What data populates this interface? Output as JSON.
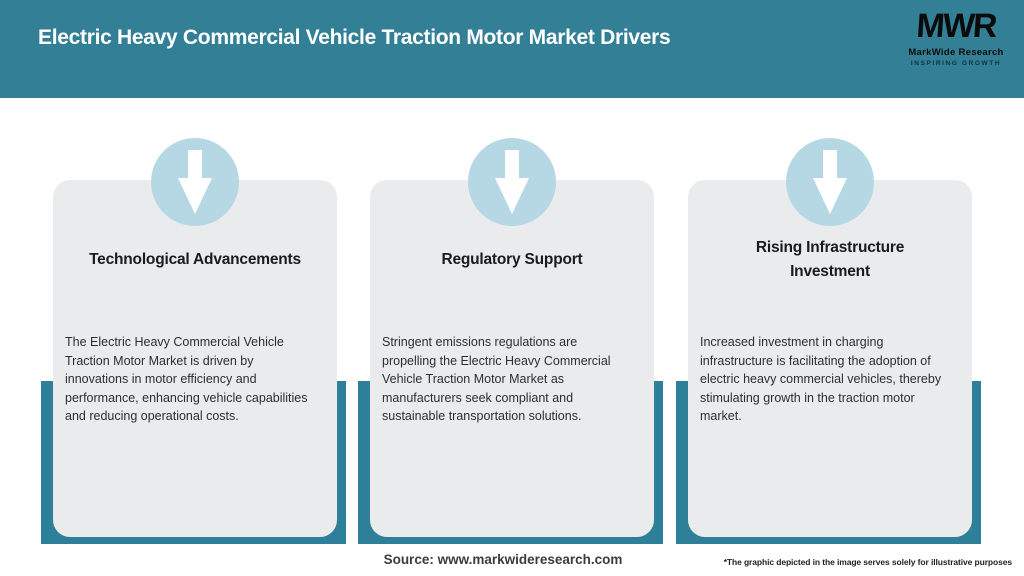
{
  "header": {
    "title": "Electric Heavy Commercial Vehicle Traction Motor Market Drivers",
    "logo": {
      "acronym": "MWR",
      "name": "MarkWide Research",
      "tagline": "INSPIRING GROWTH"
    }
  },
  "cards": [
    {
      "title": "Technological Advancements",
      "body": "The Electric Heavy Commercial Vehicle\nTraction Motor Market is driven by\ninnovations in motor efficiency and\nperformance, enhancing vehicle capabilities\nand reducing operational costs."
    },
    {
      "title": "Regulatory Support",
      "body": "Stringent emissions regulations are\npropelling the Electric Heavy Commercial\nVehicle Traction Motor Market as\nmanufacturers seek compliant and\nsustainable transportation solutions."
    },
    {
      "title": "Rising Infrastructure\nInvestment",
      "body": "Increased investment in charging\ninfrastructure is facilitating the adoption of\nelectric heavy commercial vehicles, thereby\nstimulating growth in the traction motor\nmarket."
    }
  ],
  "footer": {
    "source": "Source: www.markwideresearch.com",
    "disclaimer": "*The graphic depicted in the image serves solely for illustrative purposes"
  },
  "colors": {
    "header_teal": "#327F96",
    "bar_teal": "#2E7F9A",
    "card_gray": "#E9EBEC",
    "circle_blue": "#B6D8E5",
    "arrow_white": "#FFFFFF"
  },
  "icons": {
    "card_icon": "down-arrow"
  }
}
